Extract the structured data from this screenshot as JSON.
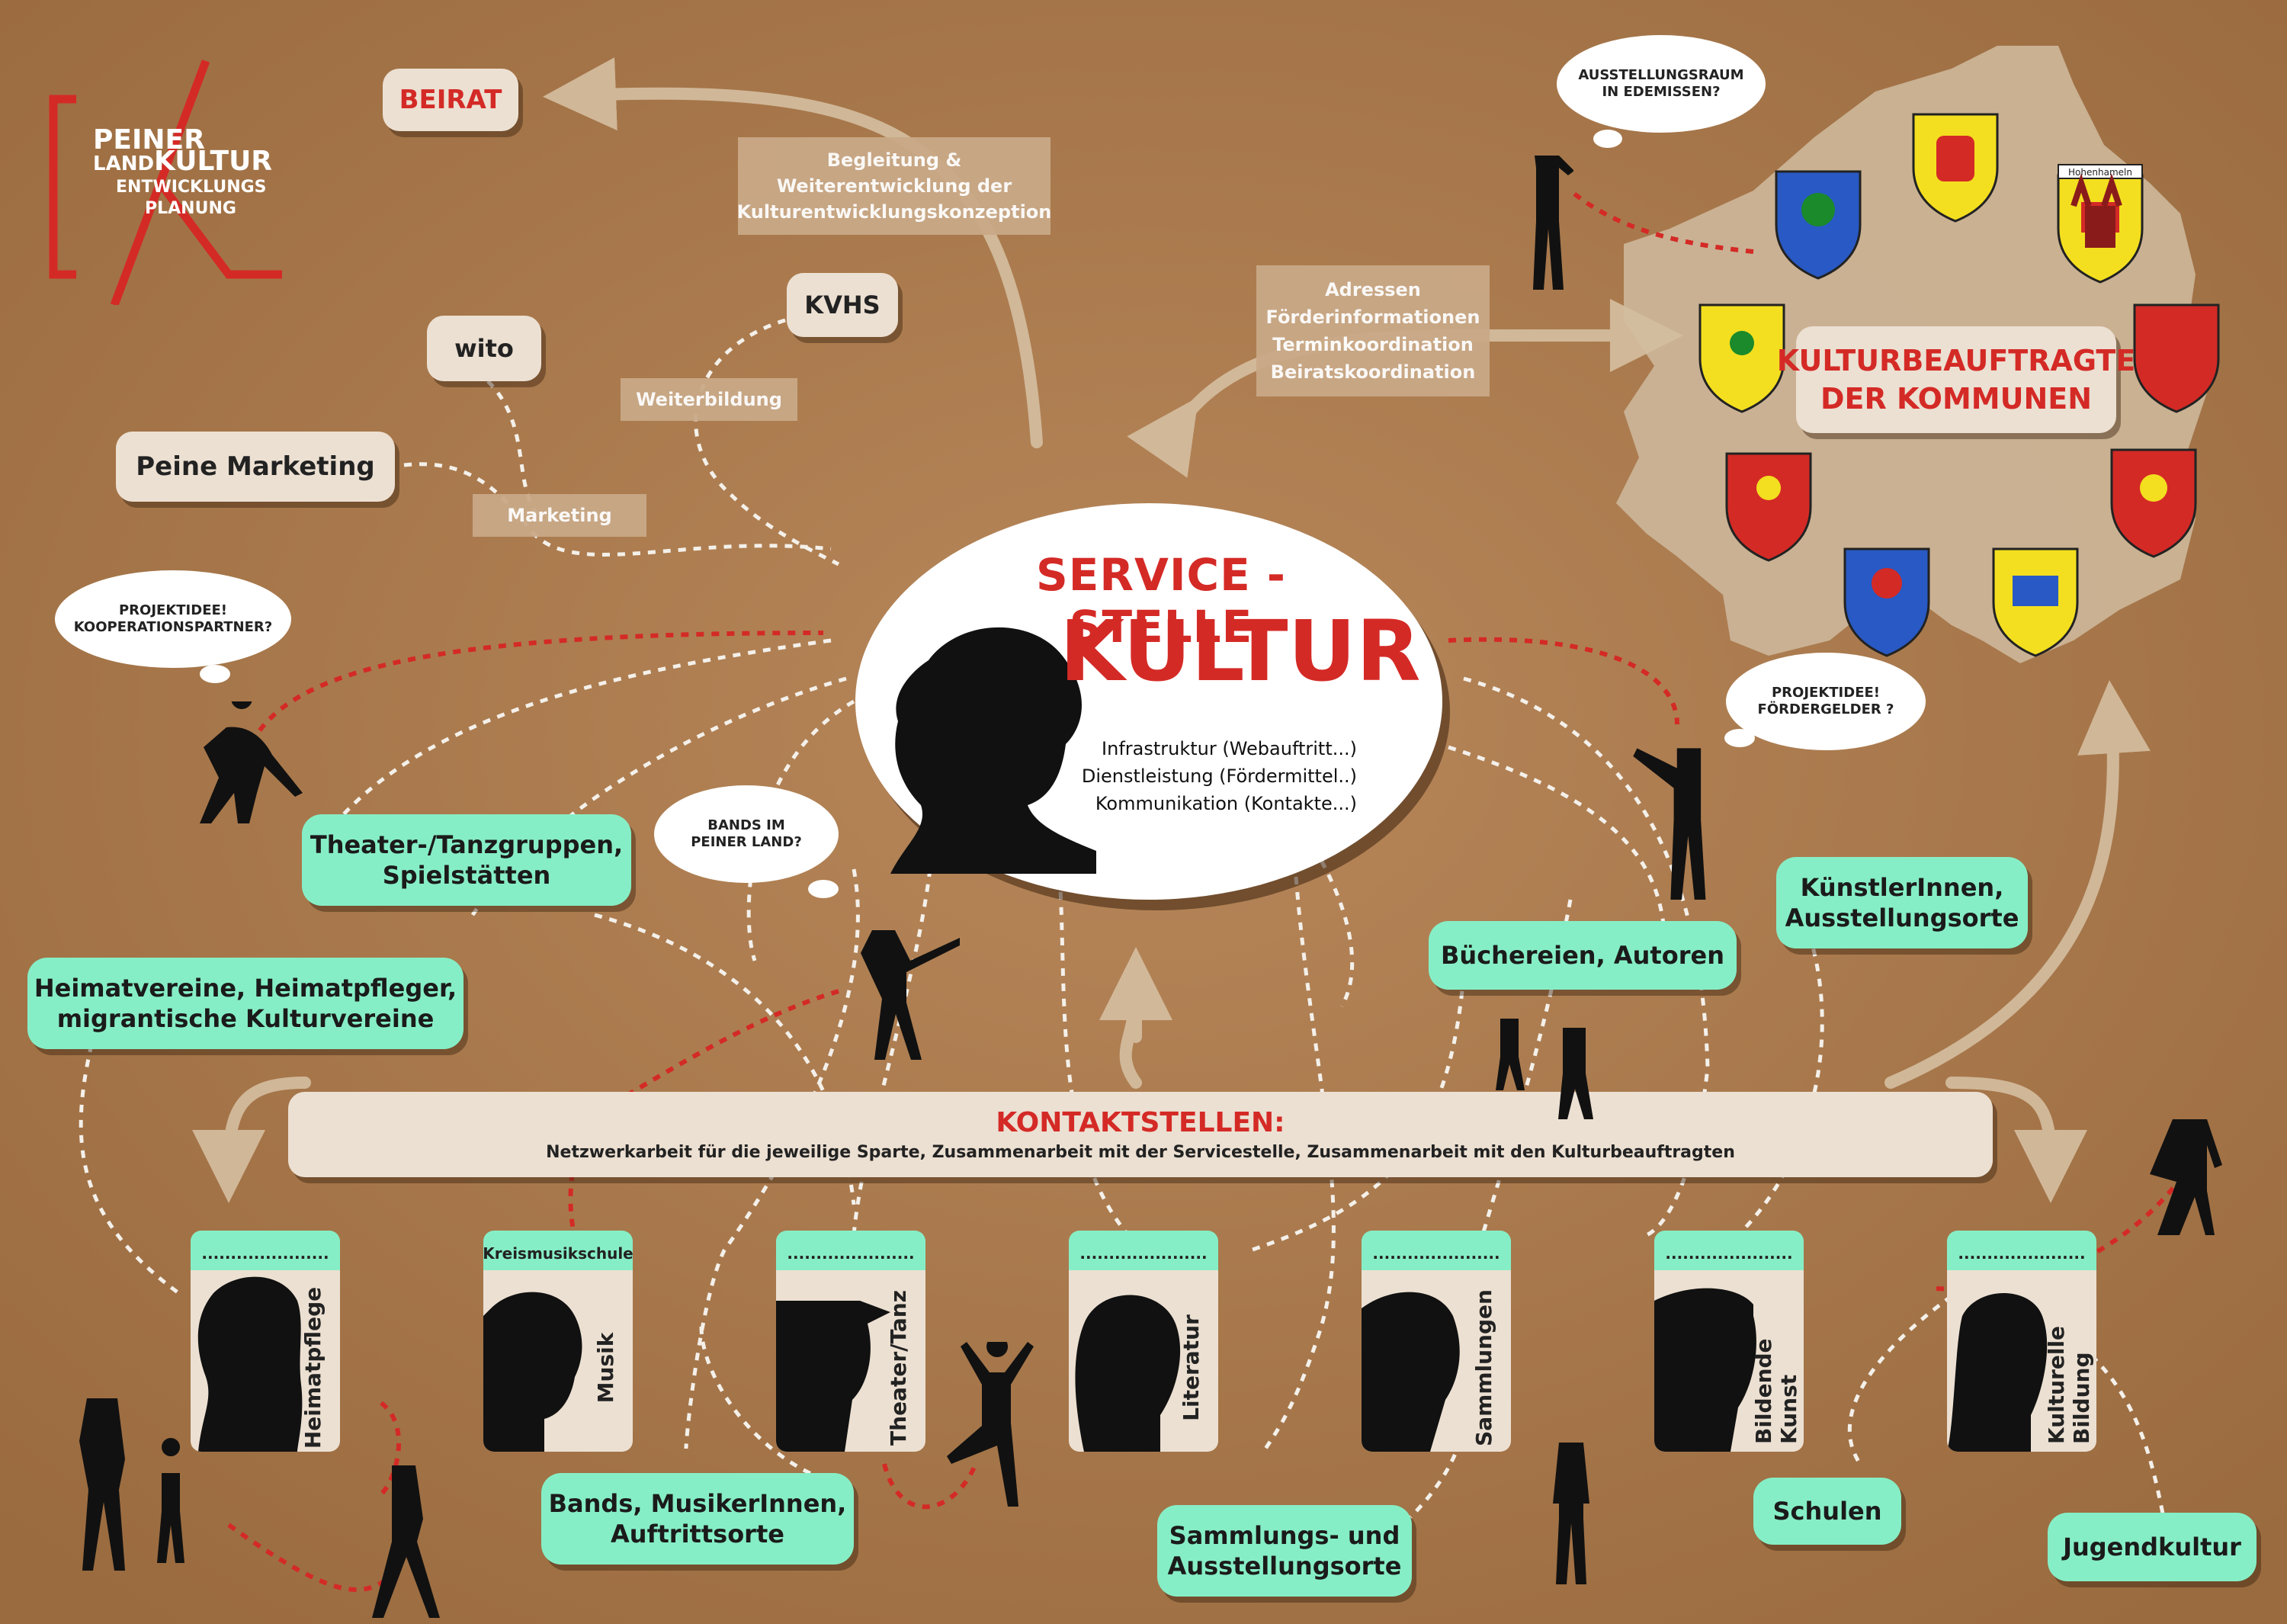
{
  "logo": {
    "line1": "PEINER",
    "line2": "LAND",
    "line3": "KULTUR",
    "line4": "ENTWICKLUNGS",
    "line5": "PLANUNG"
  },
  "beirat": "BEIRAT",
  "begleitung": {
    "l1": "Begleitung &",
    "l2": "Weiterentwicklung der",
    "l3": "Kulturentwicklungskonzeption"
  },
  "kvhs": "KVHS",
  "weiterbildung": "Weiterbildung",
  "wito": "wito",
  "peine_marketing": "Peine Marketing",
  "marketing": "Marketing",
  "adressen": {
    "l1": "Adressen",
    "l2": "Förderinformationen",
    "l3": "Terminkoordination",
    "l4": "Beiratskoordination"
  },
  "center": {
    "title1": "SERVICE - STELLE",
    "title2": "KULTUR",
    "item1": "Infrastruktur (Webauftritt...)",
    "item2": "Dienstleistung (Fördermittel..)",
    "item3": "Kommunikation (Kontakte...)"
  },
  "kulturbeauftragte": {
    "l1": "KULTURBEAUFTRAGTE",
    "l2": "DER KOMMUNEN"
  },
  "hohenhameln": "Hohenhameln",
  "bubbles": {
    "ausstellungsraum": {
      "l1": "AUSSTELLUNGSRAUM",
      "l2": "IN EDEMISSEN?"
    },
    "projektidee_left": {
      "l1": "PROJEKTIDEE!",
      "l2": "KOOPERATIONSPARTNER?"
    },
    "projektidee_right": {
      "l1": "PROJEKTIDEE!",
      "l2": "FÖRDERGELDER ?"
    },
    "bands": {
      "l1": "BANDS IM",
      "l2": "PEINER LAND?"
    }
  },
  "groups": {
    "theater": {
      "l1": "Theater-/Tanzgruppen,",
      "l2": "Spielstätten"
    },
    "heimat": {
      "l1": "Heimatvereine, Heimatpfleger,",
      "l2": "migrantische Kulturvereine"
    },
    "buechereien": "Büchereien, Autoren",
    "kuenstler": {
      "l1": "KünstlerInnen,",
      "l2": "Ausstellungsorte"
    },
    "bands": {
      "l1": "Bands, MusikerInnen,",
      "l2": "Auftrittsorte"
    },
    "sammlungsorte": {
      "l1": "Sammlungs- und",
      "l2": "Ausstellungsorte"
    },
    "schulen": "Schulen",
    "jugendkultur": "Jugendkultur"
  },
  "kontakt": {
    "title": "KONTAKTSTELLEN:",
    "text": "Netzwerkarbeit für die jeweilige Sparte, Zusammenarbeit mit der Servicestelle, Zusammenarbeit mit den Kulturbeauftragten"
  },
  "cards": [
    {
      "tab": "......................",
      "label": "Heimatpflege"
    },
    {
      "tab": "Kreismusikschule",
      "label": "Musik"
    },
    {
      "tab": "......................",
      "label": "Theater/Tanz"
    },
    {
      "tab": "......................",
      "label": "Literatur"
    },
    {
      "tab": "......................",
      "label": "Sammlungen"
    },
    {
      "tab": "......................",
      "label": "Bildende Kunst"
    },
    {
      "tab": "......................",
      "label": "Kulturelle Bildung"
    }
  ],
  "colors": {
    "red": "#d42a26",
    "teal": "#86eec6",
    "cream": "#ece0d2",
    "cardboard": "#a97a4c"
  }
}
